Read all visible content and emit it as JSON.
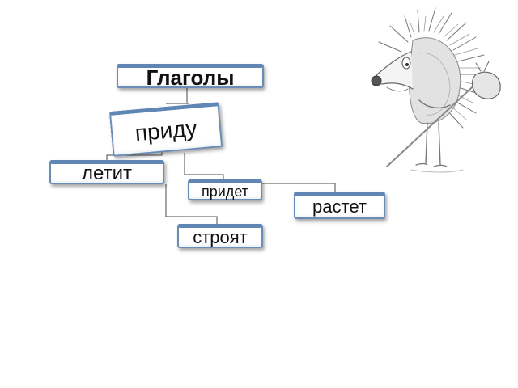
{
  "diagram": {
    "root": {
      "label": "Глаголы"
    },
    "nodes": [
      {
        "id": "pridu",
        "label": "приду"
      },
      {
        "id": "letit",
        "label": "летит"
      },
      {
        "id": "pridet",
        "label": "придет"
      },
      {
        "id": "rastet",
        "label": "растет"
      },
      {
        "id": "stroyat",
        "label": "строят"
      }
    ]
  },
  "illustration": {
    "icon": "hedgehog-with-bindle-icon"
  },
  "colors": {
    "node_border": "#6a8db8",
    "node_top_bar": "#5f86b5",
    "connector": "#4a4a4a"
  }
}
